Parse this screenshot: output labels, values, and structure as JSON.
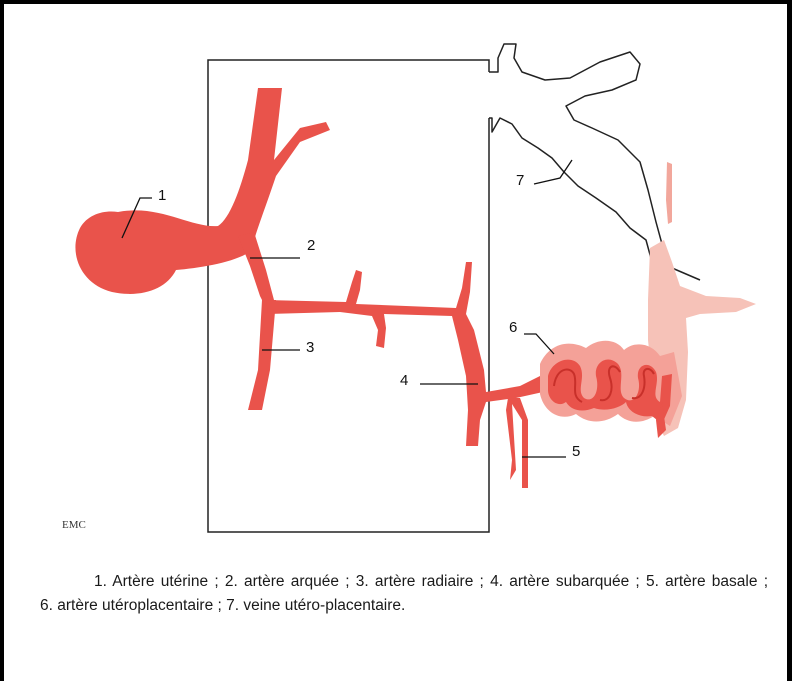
{
  "labels": {
    "l1": "1",
    "l2": "2",
    "l3": "3",
    "l4": "4",
    "l5": "5",
    "l6": "6",
    "l7": "7"
  },
  "logo": "EMC",
  "caption": {
    "items": [
      "1. Artère utérine ;",
      "2. artère arquée ;",
      "3. artère radiaire ;",
      "4. artère subarquée ;",
      "5. artère basale ;",
      "6. artère utéroplacentaire ;",
      "7. veine utéro-placentaire."
    ]
  },
  "colors": {
    "artery": "#e9534b",
    "artery_light": "#f4a198",
    "placenta_blush": "#f6c2b8",
    "outline": "#222222"
  }
}
